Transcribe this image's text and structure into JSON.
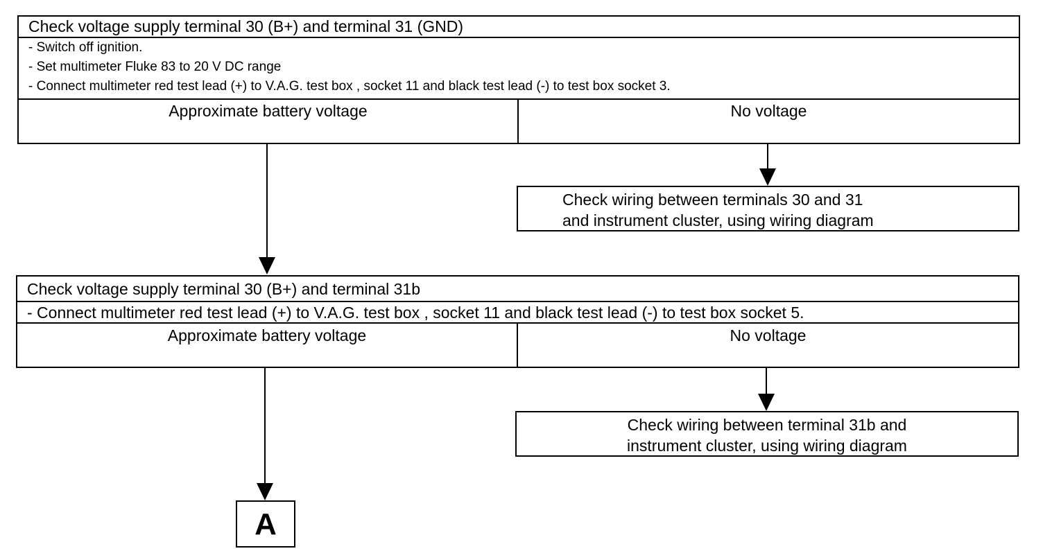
{
  "step1": {
    "title": "Check  voltage supply terminal 30 (B+) and terminal 31 (GND)",
    "instructions": [
      "-  Switch off ignition.",
      "-  Set multimeter  Fluke 83 to 20 V DC  range",
      "-  Connect multimeter red  test lead  (+) to  V.A.G. test box , socket 11 and black test lead  (-) to  test box socket 3."
    ],
    "yes_label": "Approximate  battery voltage",
    "no_label": "No voltage"
  },
  "action1": {
    "line1": "Check wiring between terminals 30 and 31",
    "line2": "and instrument cluster, using wiring diagram"
  },
  "step2": {
    "title": "Check  voltage supply terminal 30 (B+) and terminal 31b",
    "instruction": "-  Connect multimeter red test lead  (+) to  V.A.G. test box , socket 11 and black test lead  (-) to  test box socket 5.",
    "yes_label": "Approximate  battery voltage",
    "no_label": "No voltage"
  },
  "action2": {
    "line1": "Check wiring between terminal 31b  and",
    "line2": "instrument cluster, using wiring diagram"
  },
  "connector": {
    "label": "A"
  }
}
